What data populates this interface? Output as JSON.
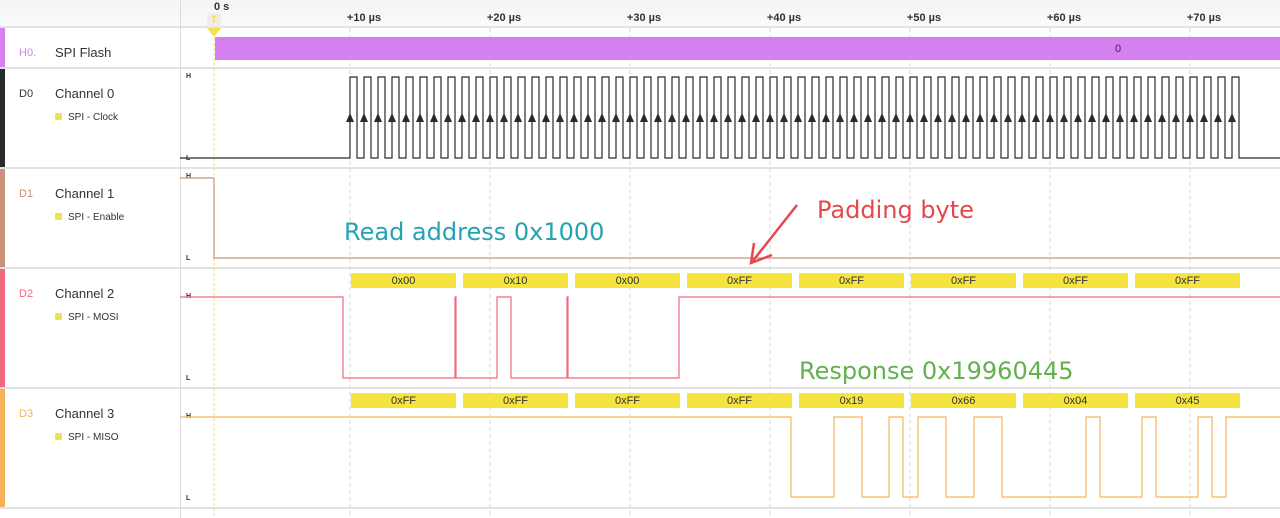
{
  "timeline": {
    "origin_label": "0 s",
    "trigger_label": "T",
    "ticks": [
      "+10 µs",
      "+20 µs",
      "+30 µs",
      "+40 µs",
      "+50 µs",
      "+60 µs",
      "+70 µs"
    ],
    "tick_values_us": [
      10,
      20,
      30,
      40,
      50,
      60,
      70
    ]
  },
  "channels": [
    {
      "id": "H0.",
      "name": "SPI Flash",
      "color": "#d580f0",
      "type": "analyzer-header",
      "frame_value": "0"
    },
    {
      "id": "D0",
      "name": "Channel 0",
      "role": "SPI - Clock",
      "color": "#2a2a2a",
      "high_label": "H",
      "low_label": "L"
    },
    {
      "id": "D1",
      "name": "Channel 1",
      "role": "SPI - Enable",
      "color": "#c99379",
      "high_label": "H",
      "low_label": "L"
    },
    {
      "id": "D2",
      "name": "Channel 2",
      "role": "SPI - MOSI",
      "color": "#f06a7c",
      "high_label": "H",
      "low_label": "L"
    },
    {
      "id": "D3",
      "name": "Channel 3",
      "role": "SPI - MISO",
      "color": "#f8b35a",
      "high_label": "H",
      "low_label": "L"
    }
  ],
  "mosi_bytes": [
    "0x00",
    "0x10",
    "0x00",
    "0xFF",
    "0xFF",
    "0xFF",
    "0xFF",
    "0xFF"
  ],
  "miso_bytes": [
    "0xFF",
    "0xFF",
    "0xFF",
    "0xFF",
    "0x19",
    "0x66",
    "0x04",
    "0x45"
  ],
  "annotations": {
    "read_address": {
      "text": "Read address 0x1000",
      "color": "#26a3b3"
    },
    "padding": {
      "text": "Padding byte",
      "color": "#e5484d"
    },
    "response": {
      "text": "Response 0x19960445",
      "color": "#63b04f"
    }
  },
  "colors": {
    "byte_bubble": "#f5e43e",
    "trigger": "#f5e14c"
  }
}
